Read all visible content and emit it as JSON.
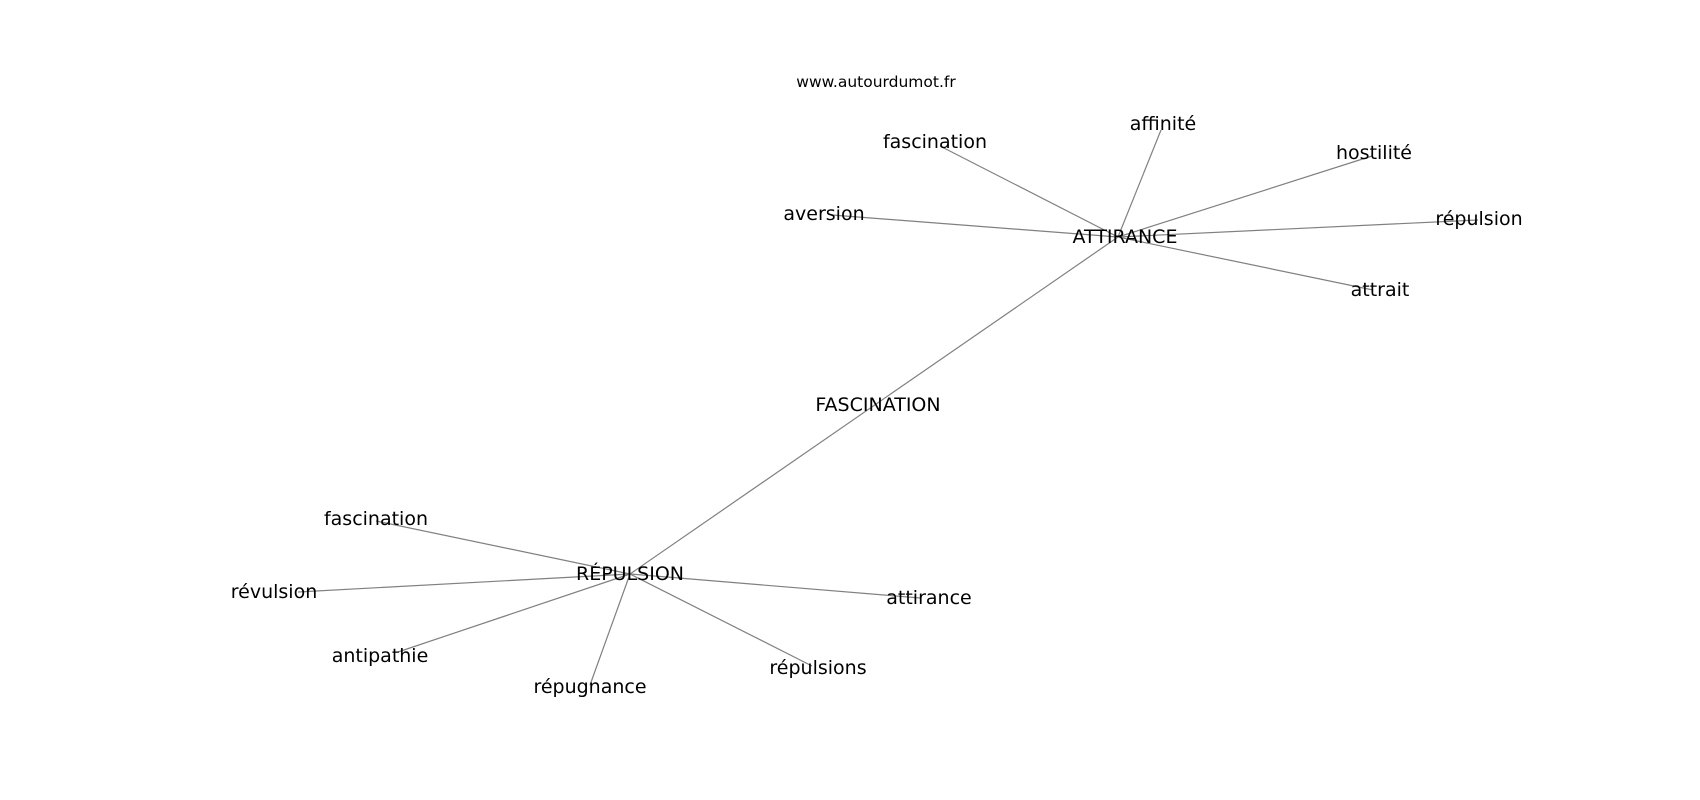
{
  "site": "www.autourdumot.fr",
  "nodes": [
    {
      "id": "fascination_center",
      "label": "FASCINATION"
    },
    {
      "id": "attirance_hub",
      "label": "ATTIRANCE"
    },
    {
      "id": "repulsion_hub",
      "label": "RÉPULSION"
    },
    {
      "id": "a_affinite",
      "label": "affinité"
    },
    {
      "id": "a_fascination",
      "label": "fascination"
    },
    {
      "id": "a_hostilite",
      "label": "hostilité"
    },
    {
      "id": "a_aversion",
      "label": "aversion"
    },
    {
      "id": "a_repulsion",
      "label": "répulsion"
    },
    {
      "id": "a_attrait",
      "label": "attrait"
    },
    {
      "id": "r_fascination",
      "label": "fascination"
    },
    {
      "id": "r_revulsion",
      "label": "révulsion"
    },
    {
      "id": "r_attirance",
      "label": "attirance"
    },
    {
      "id": "r_antipathie",
      "label": "antipathie"
    },
    {
      "id": "r_repulsions",
      "label": "répulsions"
    },
    {
      "id": "r_repugnance",
      "label": "répugnance"
    }
  ],
  "edges": [
    [
      "attirance_hub",
      "repulsion_hub"
    ],
    [
      "attirance_hub",
      "a_affinite"
    ],
    [
      "attirance_hub",
      "a_fascination"
    ],
    [
      "attirance_hub",
      "a_hostilite"
    ],
    [
      "attirance_hub",
      "a_aversion"
    ],
    [
      "attirance_hub",
      "a_repulsion"
    ],
    [
      "attirance_hub",
      "a_attrait"
    ],
    [
      "repulsion_hub",
      "r_fascination"
    ],
    [
      "repulsion_hub",
      "r_revulsion"
    ],
    [
      "repulsion_hub",
      "r_attirance"
    ],
    [
      "repulsion_hub",
      "r_antipathie"
    ],
    [
      "repulsion_hub",
      "r_repulsions"
    ],
    [
      "repulsion_hub",
      "r_repugnance"
    ]
  ]
}
